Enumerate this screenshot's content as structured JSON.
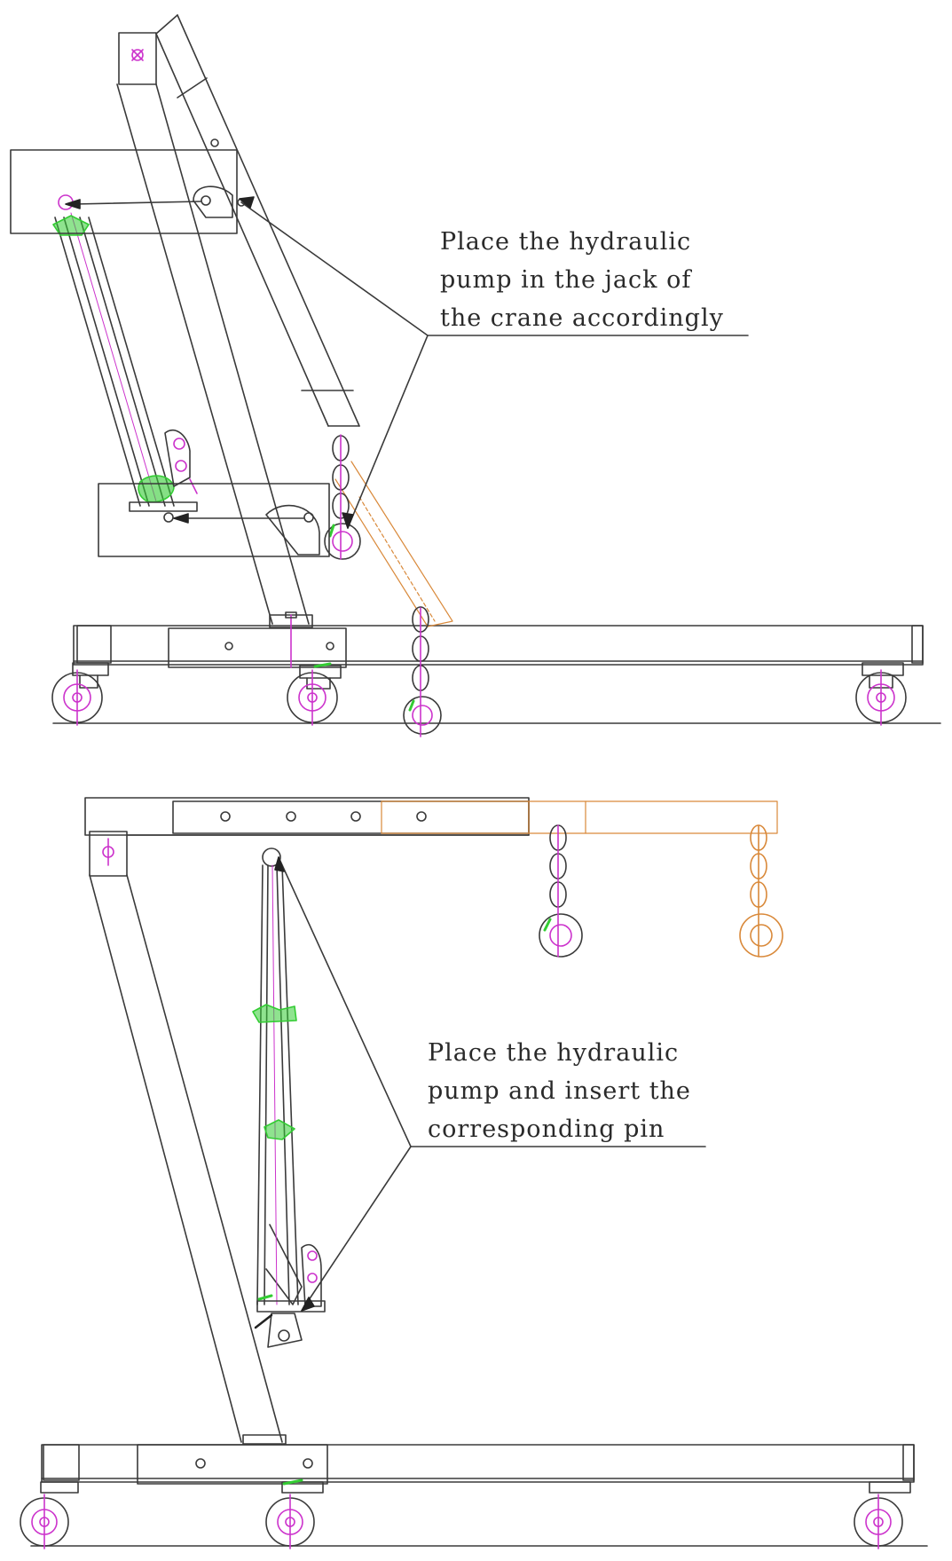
{
  "figure": {
    "diagram_1": {
      "callout_lines": [
        "Place the hydraulic",
        "pump in the jack of",
        "the crane accordingly"
      ]
    },
    "diagram_2": {
      "callout_lines": [
        "Place the hydraulic",
        "pump and insert the",
        "corresponding pin"
      ]
    }
  },
  "colors": {
    "line": "#3a3a3a",
    "cylinder_green": "#33cc33",
    "pin_magenta": "#cc33cc",
    "extended_orange": "#d9893a",
    "background": "#ffffff"
  }
}
